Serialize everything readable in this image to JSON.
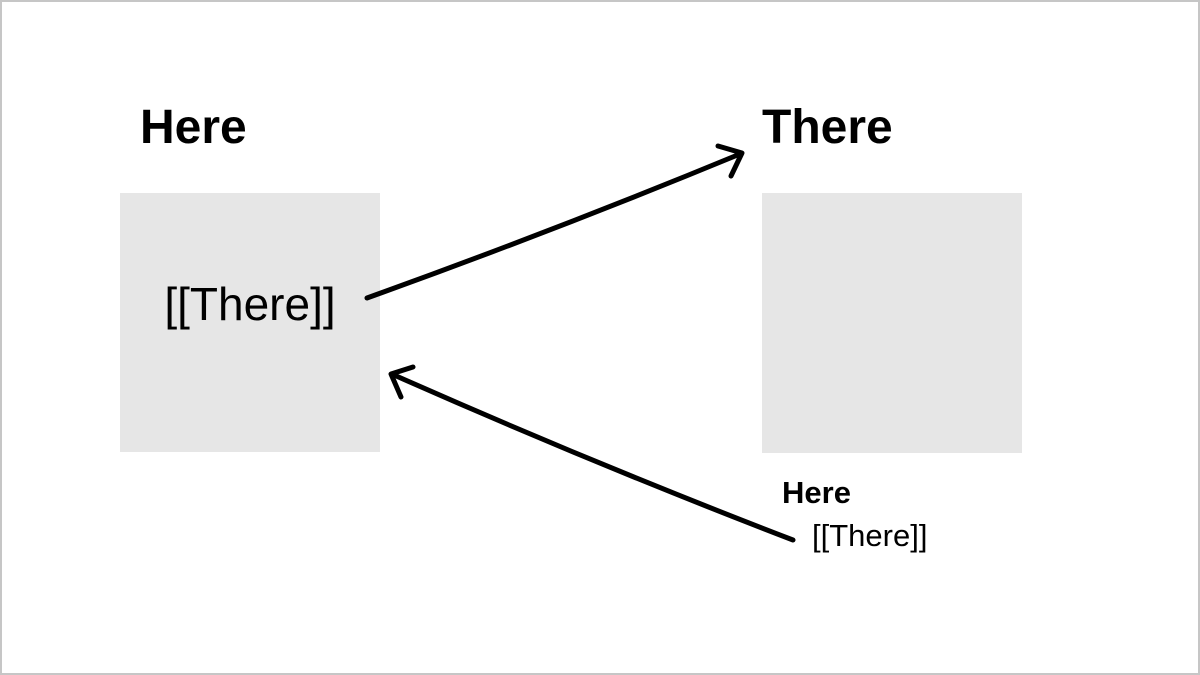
{
  "colors": {
    "page_bg": "#ffffff",
    "page_border": "#c6c6c6",
    "box_fill": "#e6e6e6",
    "text": "#000000",
    "arrow": "#000000"
  },
  "left_section": {
    "title": "Here",
    "box_label": "[[There]]"
  },
  "right_section": {
    "title": "There"
  },
  "callout": {
    "title": "Here",
    "body": "[[There]]"
  },
  "icons": {
    "arrow_here_to_there": "arrow pointing up-right from Here box toward There title",
    "arrow_callout_to_here": "arrow pointing up-left from callout text toward Here box"
  }
}
